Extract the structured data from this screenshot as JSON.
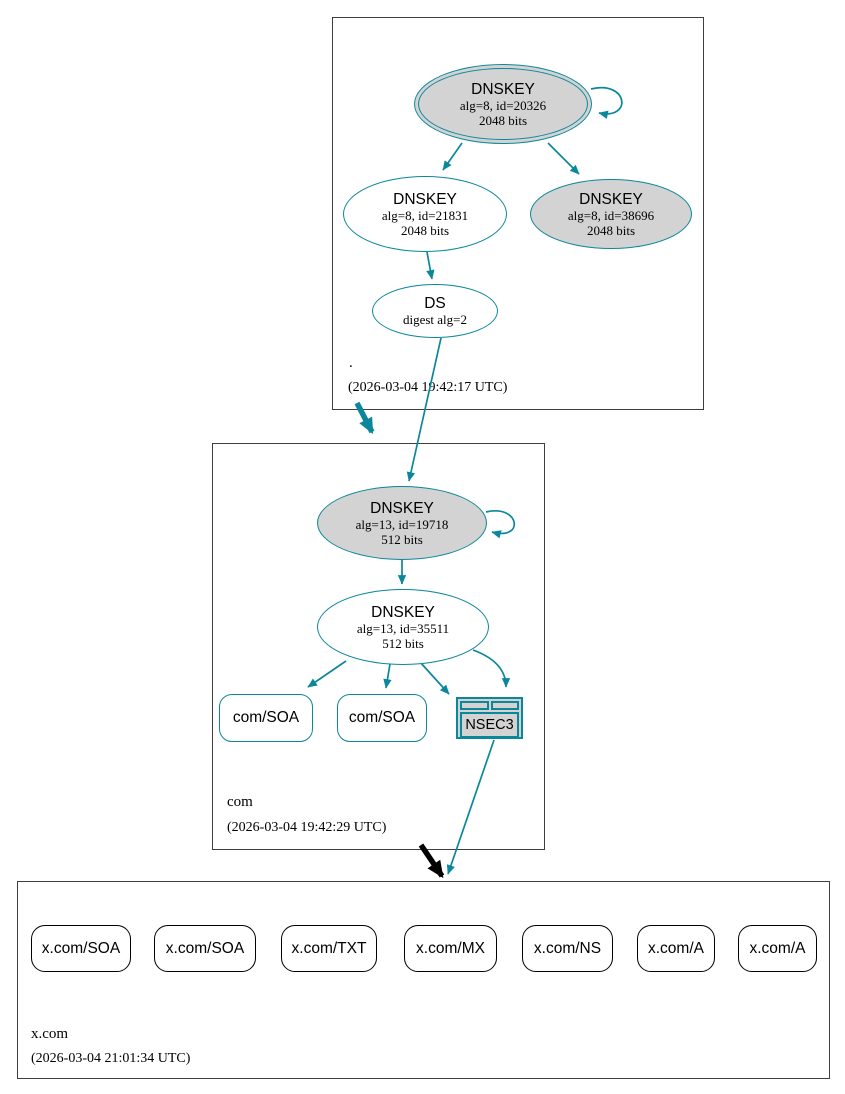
{
  "zones": {
    "root": {
      "label": ".",
      "timestamp": "(2026-03-04 19:42:17 UTC)",
      "nodes": {
        "ksk": {
          "title": "DNSKEY",
          "detail1": "alg=8, id=20326",
          "detail2": "2048 bits"
        },
        "zsk": {
          "title": "DNSKEY",
          "detail1": "alg=8, id=21831",
          "detail2": "2048 bits"
        },
        "key38696": {
          "title": "DNSKEY",
          "detail1": "alg=8, id=38696",
          "detail2": "2048 bits"
        },
        "ds": {
          "title": "DS",
          "detail1": "digest alg=2"
        }
      }
    },
    "com": {
      "label": "com",
      "timestamp": "(2026-03-04 19:42:29 UTC)",
      "nodes": {
        "ksk": {
          "title": "DNSKEY",
          "detail1": "alg=13, id=19718",
          "detail2": "512 bits"
        },
        "zsk": {
          "title": "DNSKEY",
          "detail1": "alg=13, id=35511",
          "detail2": "512 bits"
        },
        "soa1": {
          "label": "com/SOA"
        },
        "soa2": {
          "label": "com/SOA"
        },
        "nsec3": {
          "label": "NSEC3"
        }
      }
    },
    "xcom": {
      "label": "x.com",
      "timestamp": "(2026-03-04 21:01:34 UTC)",
      "records": [
        "x.com/SOA",
        "x.com/SOA",
        "x.com/TXT",
        "x.com/MX",
        "x.com/NS",
        "x.com/A",
        "x.com/A"
      ]
    }
  },
  "colors": {
    "secure_teal": "#0a879a",
    "insecure_black": "#000000",
    "node_fill_gray": "#d3d3d3"
  }
}
